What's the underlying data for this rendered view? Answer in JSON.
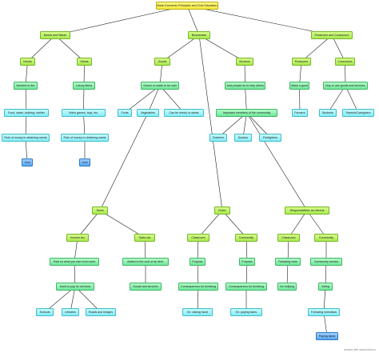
{
  "diagram": {
    "title": "Basic Economic Principles and Civic Education",
    "credit": "created with www.bubbl.us"
  },
  "nodes": [
    {
      "id": "root",
      "label": "Basic Economic Principles and Civic Education",
      "style": "root"
    },
    {
      "id": "needs_wants",
      "label": "Needs and Wants",
      "style": "green"
    },
    {
      "id": "businesses",
      "label": "Businesses",
      "style": "green"
    },
    {
      "id": "producers_consumers",
      "label": "Producers and Consumers",
      "style": "green"
    },
    {
      "id": "needs",
      "label": "Needs",
      "style": "green"
    },
    {
      "id": "wants",
      "label": "Wants",
      "style": "green"
    },
    {
      "id": "goods",
      "label": "Goods",
      "style": "green"
    },
    {
      "id": "services",
      "label": "Services",
      "style": "green"
    },
    {
      "id": "producers",
      "label": "Producers",
      "style": "green"
    },
    {
      "id": "consumers",
      "label": "Consumers",
      "style": "green"
    },
    {
      "id": "needed_to_live",
      "label": "Needed to live",
      "style": "mint"
    },
    {
      "id": "luxury_items",
      "label": "Luxury items",
      "style": "mint"
    },
    {
      "id": "grown_made_sold",
      "label": "Grown or made to be sold",
      "style": "mint"
    },
    {
      "id": "jobs_help_others",
      "label": "Jobs people do to help others",
      "style": "mint"
    },
    {
      "id": "make_good",
      "label": "Make a good",
      "style": "mint"
    },
    {
      "id": "buy_use_goods",
      "label": "Buy or use goods and services",
      "style": "mint"
    },
    {
      "id": "food_water",
      "label": "Food, water, clothing, shelter",
      "style": "cyan"
    },
    {
      "id": "video_games",
      "label": "Video games, toys, etc.",
      "style": "cyan"
    },
    {
      "id": "fruits",
      "label": "Fruits",
      "style": "cyan"
    },
    {
      "id": "vegetables",
      "label": "Vegetables",
      "style": "cyan"
    },
    {
      "id": "can_be_needs",
      "label": "Can be needs or wants",
      "style": "cyan"
    },
    {
      "id": "important_members",
      "label": "Important members of the community",
      "style": "mint"
    },
    {
      "id": "farmers",
      "label": "Farmers",
      "style": "cyan"
    },
    {
      "id": "students",
      "label": "Students",
      "style": "cyan"
    },
    {
      "id": "parents",
      "label": "Parents/Caregivers",
      "style": "cyan"
    },
    {
      "id": "role_money_needs",
      "label": "Role of money in obtaining needs",
      "style": "cyan"
    },
    {
      "id": "role_money_wants",
      "label": "Role of money in obtaining wants",
      "style": "cyan"
    },
    {
      "id": "teachers",
      "label": "Teachers",
      "style": "cyan"
    },
    {
      "id": "doctors",
      "label": "Doctors",
      "style": "cyan"
    },
    {
      "id": "firefighters",
      "label": "Firefighters",
      "style": "cyan"
    },
    {
      "id": "civil_1",
      "label": "Civil",
      "style": "blue"
    },
    {
      "id": "civil_2",
      "label": "Civil",
      "style": "blue"
    },
    {
      "id": "taxes",
      "label": "Taxes",
      "style": "green"
    },
    {
      "id": "rules",
      "label": "Rules",
      "style": "green"
    },
    {
      "id": "responsibilities",
      "label": "Responsibilities as citizens",
      "style": "green"
    },
    {
      "id": "income_tax",
      "label": "Income tax",
      "style": "green"
    },
    {
      "id": "sales_tax",
      "label": "Sales tax",
      "style": "green"
    },
    {
      "id": "classroom_1",
      "label": "Classroom",
      "style": "green"
    },
    {
      "id": "community_1",
      "label": "Community",
      "style": "green"
    },
    {
      "id": "classroom_2",
      "label": "Classroom",
      "style": "green"
    },
    {
      "id": "community_2",
      "label": "Community",
      "style": "green"
    },
    {
      "id": "paid_on_earn",
      "label": "Paid on what you earn from work",
      "style": "mint"
    },
    {
      "id": "added_to_cost",
      "label": "Added to the cost of an item.",
      "style": "mint"
    },
    {
      "id": "purpose_1",
      "label": "Purpose",
      "style": "mint"
    },
    {
      "id": "purpose_2",
      "label": "Purpose",
      "style": "mint"
    },
    {
      "id": "following_rules",
      "label": "Following rules",
      "style": "mint"
    },
    {
      "id": "community_service",
      "label": "Community service",
      "style": "mint"
    },
    {
      "id": "used_to_pay",
      "label": "Used to pay for services",
      "style": "mint"
    },
    {
      "id": "goods_services",
      "label": "Goods and services",
      "style": "mint"
    },
    {
      "id": "consequences_1",
      "label": "Consequences for breaking",
      "style": "mint"
    },
    {
      "id": "consequences_2",
      "label": "Consequences for breaking",
      "style": "mint"
    },
    {
      "id": "no_bullying",
      "label": "No bullying",
      "style": "mint"
    },
    {
      "id": "voting",
      "label": "Voting",
      "style": "mint"
    },
    {
      "id": "schools",
      "label": "Schools",
      "style": "cyan"
    },
    {
      "id": "libraries",
      "label": "Libraries",
      "style": "cyan"
    },
    {
      "id": "roads_bridges",
      "label": "Roads and bridges",
      "style": "cyan"
    },
    {
      "id": "raising_hand",
      "label": "Ex: raising hand",
      "style": "cyan"
    },
    {
      "id": "paying_taxes_ex",
      "label": "Ex: paying taxes",
      "style": "cyan"
    },
    {
      "id": "following_rules_laws",
      "label": "Following rules/laws",
      "style": "cyan"
    },
    {
      "id": "paying_taxes",
      "label": "Paying taxes",
      "style": "blue"
    }
  ],
  "edges": [
    [
      "root",
      "needs_wants"
    ],
    [
      "root",
      "businesses"
    ],
    [
      "root",
      "producers_consumers"
    ],
    [
      "needs_wants",
      "needs"
    ],
    [
      "needs_wants",
      "wants"
    ],
    [
      "businesses",
      "goods"
    ],
    [
      "businesses",
      "services"
    ],
    [
      "businesses",
      "rules"
    ],
    [
      "producers_consumers",
      "producers"
    ],
    [
      "producers_consumers",
      "consumers"
    ],
    [
      "needs",
      "needed_to_live"
    ],
    [
      "needed_to_live",
      "food_water"
    ],
    [
      "food_water",
      "role_money_needs"
    ],
    [
      "role_money_needs",
      "civil_1"
    ],
    [
      "wants",
      "luxury_items"
    ],
    [
      "luxury_items",
      "video_games"
    ],
    [
      "video_games",
      "role_money_wants"
    ],
    [
      "role_money_wants",
      "civil_2"
    ],
    [
      "goods",
      "grown_made_sold"
    ],
    [
      "grown_made_sold",
      "fruits"
    ],
    [
      "grown_made_sold",
      "vegetables"
    ],
    [
      "grown_made_sold",
      "can_be_needs"
    ],
    [
      "vegetables",
      "taxes"
    ],
    [
      "services",
      "jobs_help_others"
    ],
    [
      "jobs_help_others",
      "important_members"
    ],
    [
      "important_members",
      "teachers"
    ],
    [
      "important_members",
      "doctors"
    ],
    [
      "important_members",
      "firefighters"
    ],
    [
      "important_members",
      "responsibilities"
    ],
    [
      "producers",
      "make_good"
    ],
    [
      "make_good",
      "farmers"
    ],
    [
      "consumers",
      "buy_use_goods"
    ],
    [
      "buy_use_goods",
      "students"
    ],
    [
      "buy_use_goods",
      "parents"
    ],
    [
      "taxes",
      "income_tax"
    ],
    [
      "taxes",
      "sales_tax"
    ],
    [
      "income_tax",
      "paid_on_earn"
    ],
    [
      "paid_on_earn",
      "used_to_pay"
    ],
    [
      "used_to_pay",
      "schools"
    ],
    [
      "used_to_pay",
      "libraries"
    ],
    [
      "used_to_pay",
      "roads_bridges"
    ],
    [
      "sales_tax",
      "added_to_cost"
    ],
    [
      "added_to_cost",
      "goods_services"
    ],
    [
      "rules",
      "classroom_1"
    ],
    [
      "rules",
      "community_1"
    ],
    [
      "classroom_1",
      "purpose_1"
    ],
    [
      "purpose_1",
      "consequences_1"
    ],
    [
      "consequences_1",
      "raising_hand"
    ],
    [
      "community_1",
      "purpose_2"
    ],
    [
      "purpose_2",
      "consequences_2"
    ],
    [
      "consequences_2",
      "paying_taxes_ex"
    ],
    [
      "responsibilities",
      "classroom_2"
    ],
    [
      "responsibilities",
      "community_2"
    ],
    [
      "classroom_2",
      "following_rules"
    ],
    [
      "following_rules",
      "no_bullying"
    ],
    [
      "community_2",
      "community_service"
    ],
    [
      "community_service",
      "voting"
    ],
    [
      "voting",
      "following_rules_laws"
    ],
    [
      "following_rules_laws",
      "paying_taxes"
    ]
  ]
}
